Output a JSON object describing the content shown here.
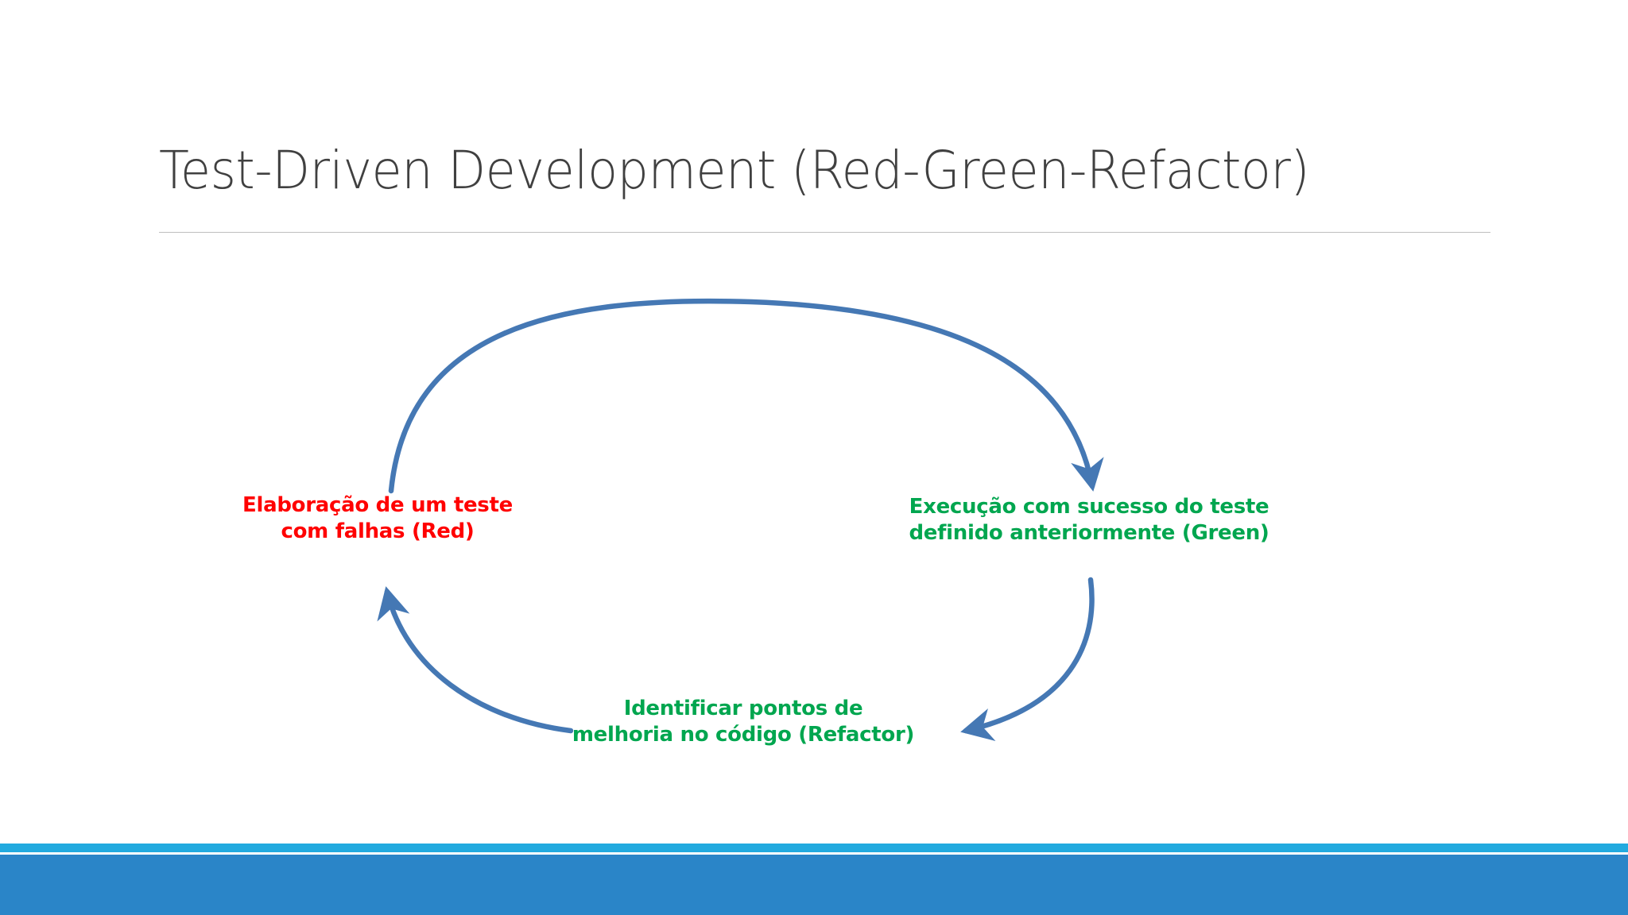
{
  "slide": {
    "title": "Test-Driven Development (Red-Green-Refactor)",
    "background_color": "#FFFFFF",
    "title_color": "#404040",
    "title_rule_color": "#BFBFBF"
  },
  "diagram": {
    "type": "cycle",
    "arrow_color": "#4578B4",
    "nodes": [
      {
        "id": "red",
        "label_line1": "Elaboração de um teste",
        "label_line2": "com falhas (Red)",
        "color": "#FF0000",
        "phase": "Red"
      },
      {
        "id": "green",
        "label_line1": "Execução com sucesso do teste",
        "label_line2": "definido anteriormente (Green)",
        "color": "#00A64F",
        "phase": "Green"
      },
      {
        "id": "refactor",
        "label_line1": "Identificar pontos de",
        "label_line2": "melhoria no código (Refactor)",
        "color": "#00A64F",
        "phase": "Refactor"
      }
    ],
    "arrows": [
      {
        "id": "red-to-green",
        "from": "red",
        "to": "green",
        "direction": "clockwise-top"
      },
      {
        "id": "green-to-refactor",
        "from": "green",
        "to": "refactor",
        "direction": "clockwise-bottom-right"
      },
      {
        "id": "refactor-to-red",
        "from": "refactor",
        "to": "red",
        "direction": "clockwise-bottom-left"
      }
    ]
  },
  "footer": {
    "accent_light_color": "#22AADF",
    "accent_dark_color": "#2A85C8"
  }
}
